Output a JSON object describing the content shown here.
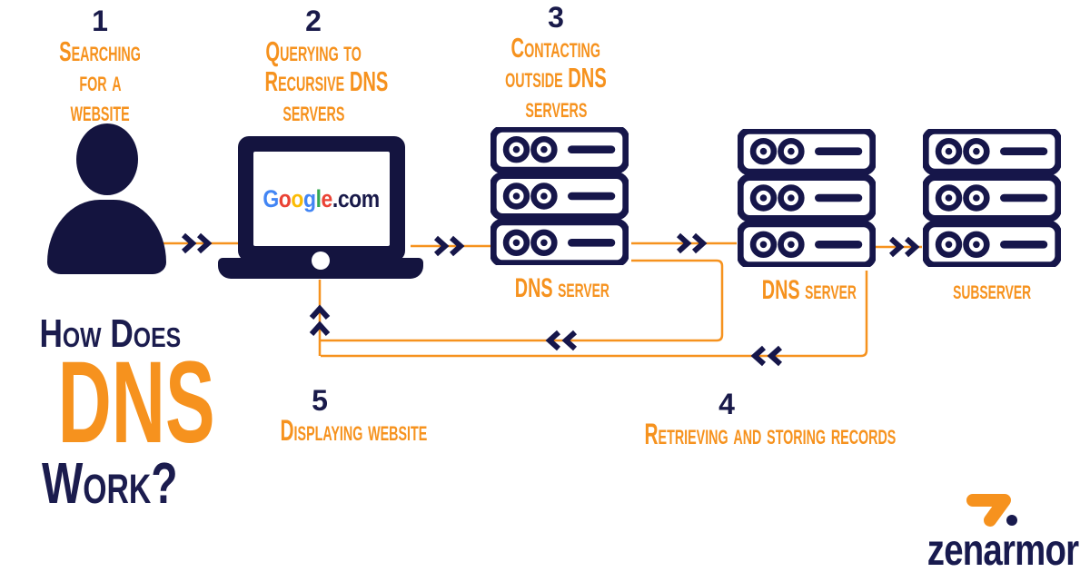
{
  "colors": {
    "navy": "#16164a",
    "orange": "#f6921e",
    "background": "#ffffff",
    "google_blue": "#4285F4",
    "google_red": "#EA4335",
    "google_yellow": "#FBBC05",
    "google_green": "#34A853"
  },
  "title": {
    "line1": "How Does",
    "line2": "DNS",
    "line3": "Work?"
  },
  "steps": [
    {
      "num": "1",
      "lines": [
        "Searching",
        "for a",
        "website"
      ]
    },
    {
      "num": "2",
      "lines": [
        "Querying to",
        "Recursive DNS",
        "servers"
      ]
    },
    {
      "num": "3",
      "lines": [
        "Contacting",
        "outside DNS",
        "servers"
      ]
    },
    {
      "num": "4",
      "label": "Retrieving and storing records"
    },
    {
      "num": "5",
      "label": "Displaying website"
    }
  ],
  "browser": {
    "letters": [
      {
        "ch": "G",
        "color": "#4285F4"
      },
      {
        "ch": "o",
        "color": "#EA4335"
      },
      {
        "ch": "o",
        "color": "#FBBC05"
      },
      {
        "ch": "g",
        "color": "#4285F4"
      },
      {
        "ch": "l",
        "color": "#34A853"
      },
      {
        "ch": "e",
        "color": "#EA4335"
      }
    ],
    "suffix": ".com"
  },
  "servers": [
    {
      "label": "DNS server"
    },
    {
      "label": "DNS server"
    },
    {
      "label": "subserver"
    }
  ],
  "brand": {
    "name": "zenarmor"
  }
}
